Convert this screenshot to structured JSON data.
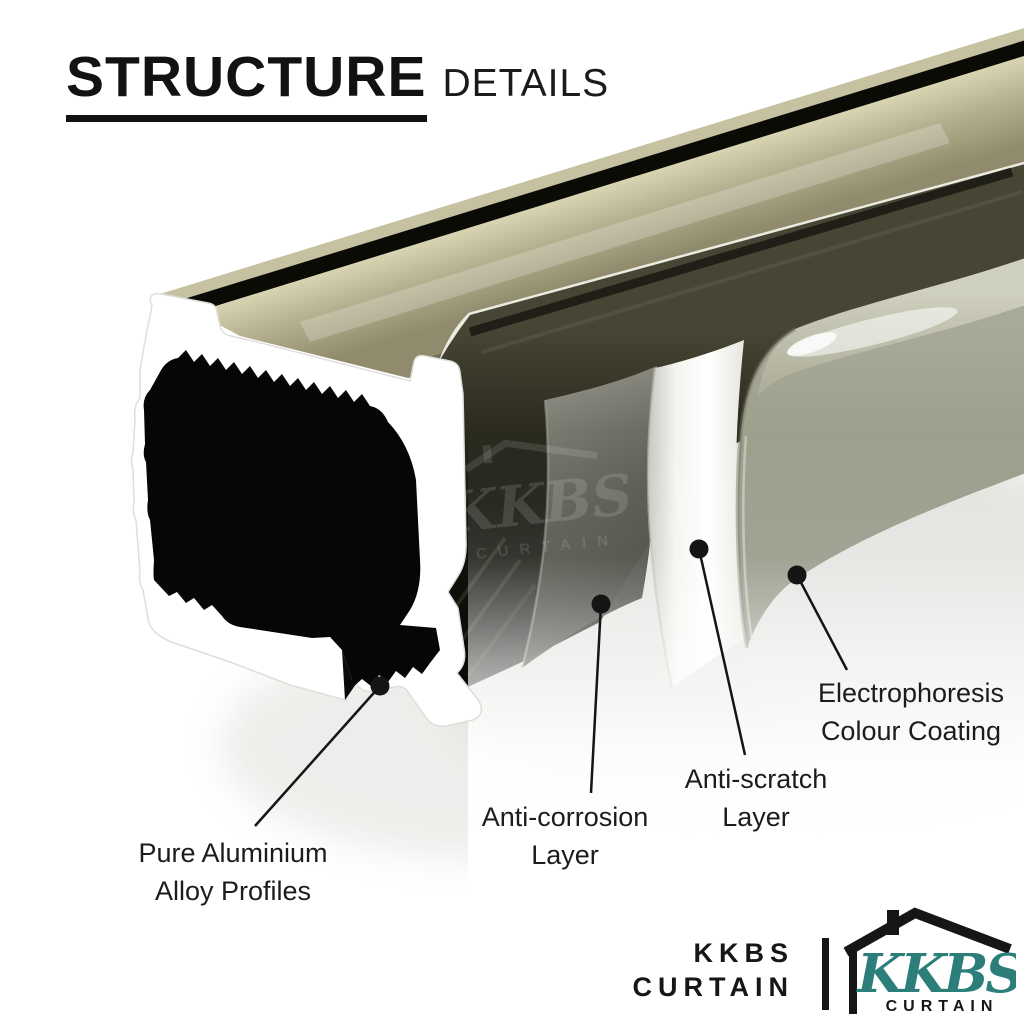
{
  "title": {
    "main": "STRUCTURE",
    "sub": "DETAILS"
  },
  "callouts": [
    {
      "id": "pure-aluminium-alloy-profiles",
      "line1": "Pure Aluminium",
      "line2": "Alloy Profiles"
    },
    {
      "id": "anti-corrosion-layer",
      "line1": "Anti-corrosion",
      "line2": "Layer"
    },
    {
      "id": "anti-scratch-layer",
      "line1": "Anti-scratch",
      "line2": "Layer"
    },
    {
      "id": "electrophoresis-colour-coating",
      "line1": "Electrophoresis",
      "line2": "Colour Coating"
    }
  ],
  "watermark": {
    "brand": "KKBS",
    "sub": "CURTAIN"
  },
  "footer": {
    "wordmark": {
      "line1": "KKBS",
      "line2": "CURTAIN"
    },
    "logo": {
      "brand": "KKBS",
      "sub": "CURTAIN",
      "icon": "house-roof-icon",
      "brand_color": "#2b7e79"
    }
  },
  "colors": {
    "background": "#ffffff",
    "ink": "#161616",
    "teal": "#2b7e79",
    "champagne": "#b4b08f",
    "champagne_light": "#d8d4b2",
    "sage_coating": "#a0a18e"
  }
}
